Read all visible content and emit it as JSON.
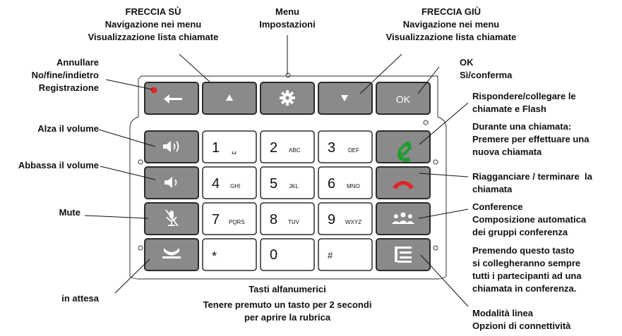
{
  "labels": {
    "freccia_su": {
      "title": "FRECCIA SÙ",
      "line1": "Navigazione nei menu",
      "line2": "Visualizzazione lista chiamate"
    },
    "menu": {
      "line1": "Menu",
      "line2": "Impostazioni"
    },
    "freccia_giu": {
      "title": "FRECCIA GIÙ",
      "line1": "Navigazione nei menu",
      "line2": "Visualizzazione lista chiamate"
    },
    "annullare": {
      "line1": "Annullare",
      "line2": "No/fine/indietro",
      "line3": "Registrazione"
    },
    "ok": {
      "line1": "OK",
      "line2": "Sì/conferma"
    },
    "alza_volume": "Alza il volume",
    "abbassa_volume": "Abbassa il volume",
    "mute": "Mute",
    "attesa": "in attesa",
    "rispondere": {
      "line1": "Rispondere/collegare le",
      "line2": "chiamate e Flash"
    },
    "durante": {
      "line1": "Durante una chiamata:",
      "line2": "Premere per effettuare una",
      "line3": "nuova chiamata"
    },
    "riagganciare": {
      "line1": "Riagganciare / terminare  la",
      "line2": "chiamata"
    },
    "conference": {
      "line1": "Conference",
      "line2": "Composizione automatica",
      "line3": "dei gruppi conferenza"
    },
    "premendo": {
      "line1": "Premendo questo tasto",
      "line2": "si collegheranno sempre",
      "line3": "tutti i partecipanti ad una",
      "line4": "chiamata in conferenza."
    },
    "alfanumerici": {
      "line1": "Tasti alfanumerici",
      "line2": "Tenere premuto un tasto per 2 secondi",
      "line3": "per aprire la rubrica"
    },
    "modalita": {
      "line1": "Modalità linea",
      "line2": "Opzioni di connettività"
    }
  },
  "keys": {
    "ok_label": "OK",
    "digits": [
      {
        "digit": "1",
        "letters": "␣"
      },
      {
        "digit": "2",
        "letters": "ABC"
      },
      {
        "digit": "3",
        "letters": "DEF"
      },
      {
        "digit": "4",
        "letters": "GHI"
      },
      {
        "digit": "5",
        "letters": "JKL"
      },
      {
        "digit": "6",
        "letters": "MNO"
      },
      {
        "digit": "7",
        "letters": "PQRS"
      },
      {
        "digit": "8",
        "letters": "TUV"
      },
      {
        "digit": "9",
        "letters": "WXYZ"
      },
      {
        "digit": "*",
        "letters": ""
      },
      {
        "digit": "0",
        "letters": ""
      },
      {
        "digit": "#",
        "letters": ""
      }
    ]
  },
  "colors": {
    "key_gray": "#8a8a8a",
    "key_border": "#2b2b2b",
    "green": "#1e9e2e",
    "red": "#e0262a",
    "record_dot": "#e0262a"
  },
  "icons": {
    "back": "back-arrow-icon",
    "up": "up-triangle-icon",
    "menu": "gear-icon",
    "down": "down-triangle-icon",
    "vol_up": "volume-up-icon",
    "vol_down": "volume-down-icon",
    "mute": "mute-microphone-icon",
    "hold": "hold-handset-icon",
    "answer": "green-handset-icon",
    "hangup": "red-handset-icon",
    "conference": "conference-people-icon",
    "line": "line-mode-icon"
  }
}
